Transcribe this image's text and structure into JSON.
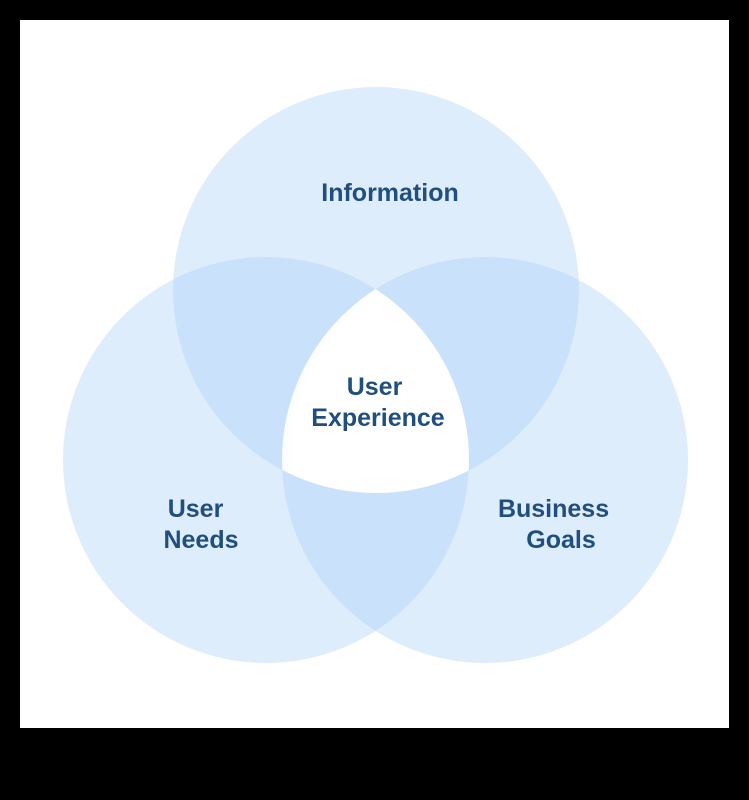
{
  "colors": {
    "background": "#000000",
    "canvas": "#ffffff",
    "circle_fill": "#deedfc",
    "overlap_fill": "#c9e1fa",
    "center_fill": "#ffffff",
    "text": "#1f4e7f"
  },
  "diagram": {
    "sets": [
      {
        "id": "information",
        "label_lines": [
          "Information"
        ]
      },
      {
        "id": "user-needs",
        "label_lines": [
          "User",
          "Needs"
        ]
      },
      {
        "id": "business-goals",
        "label_lines": [
          "Business",
          "Goals"
        ]
      }
    ],
    "center": {
      "label_lines": [
        "User",
        "Experience"
      ]
    }
  }
}
